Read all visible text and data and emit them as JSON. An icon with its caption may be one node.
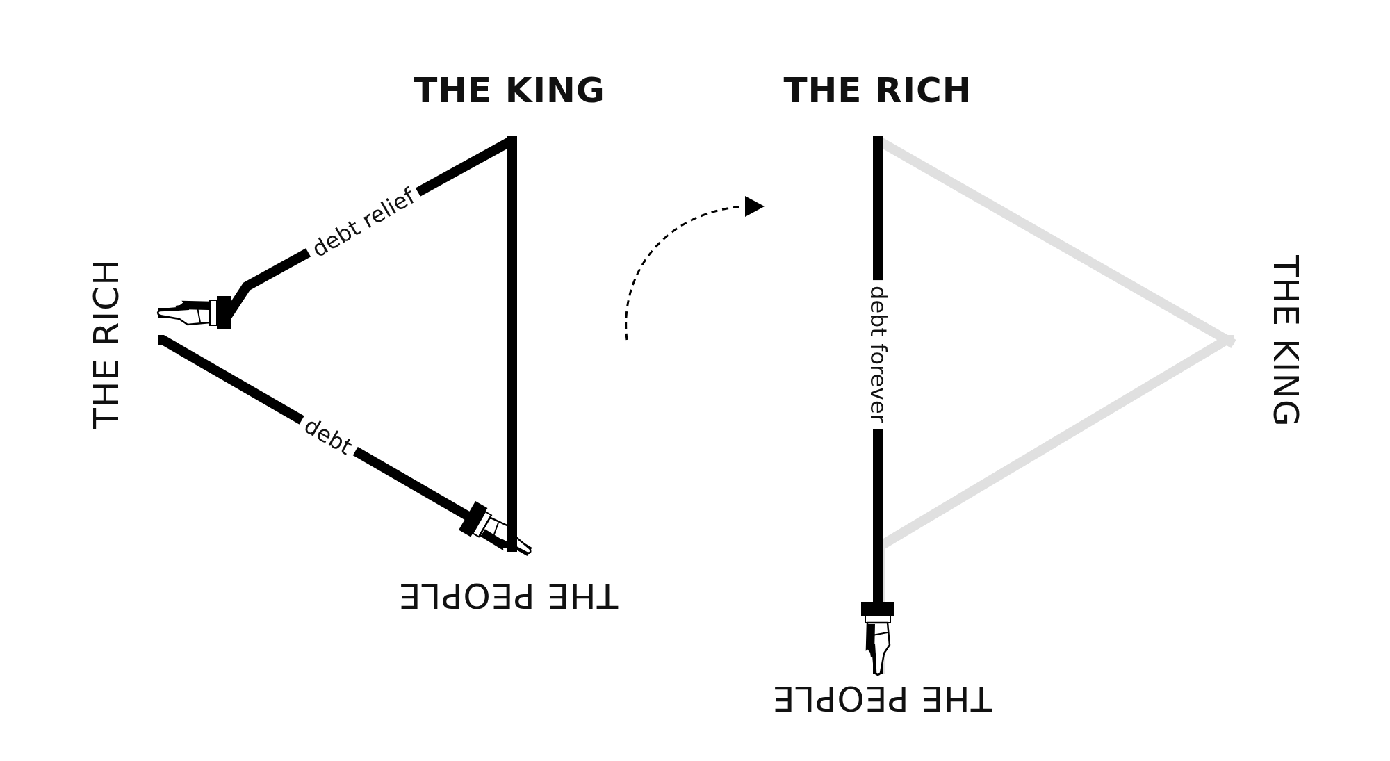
{
  "diagram": {
    "nodes": [
      {
        "text": [
          "THE KING"
        ]
      },
      {
        "text": [
          "THE RICH"
        ]
      },
      {
        "text": [
          "THE PEOPLE"
        ]
      },
      {
        "text": [
          "THE RICH"
        ]
      },
      {
        "text": [
          "THE KING"
        ]
      },
      {
        "text": [
          "THE PEOPLE"
        ]
      }
    ],
    "edges": [
      {
        "from": 0,
        "to": 1,
        "arrow": "other",
        "label": "debt relief"
      },
      {
        "from": 1,
        "to": 2,
        "arrow": "other",
        "label": "debt"
      },
      {
        "from": 0,
        "to": 2,
        "arrow": "none"
      },
      {
        "from": 3,
        "to": 5,
        "arrow": "other",
        "label": "debt forever"
      },
      {
        "from": 3,
        "to": 4,
        "arrow": "none",
        "color": "#e0e0e0"
      },
      {
        "from": 4,
        "to": 5,
        "arrow": "none",
        "color": "#e0e0e0"
      }
    ]
  }
}
